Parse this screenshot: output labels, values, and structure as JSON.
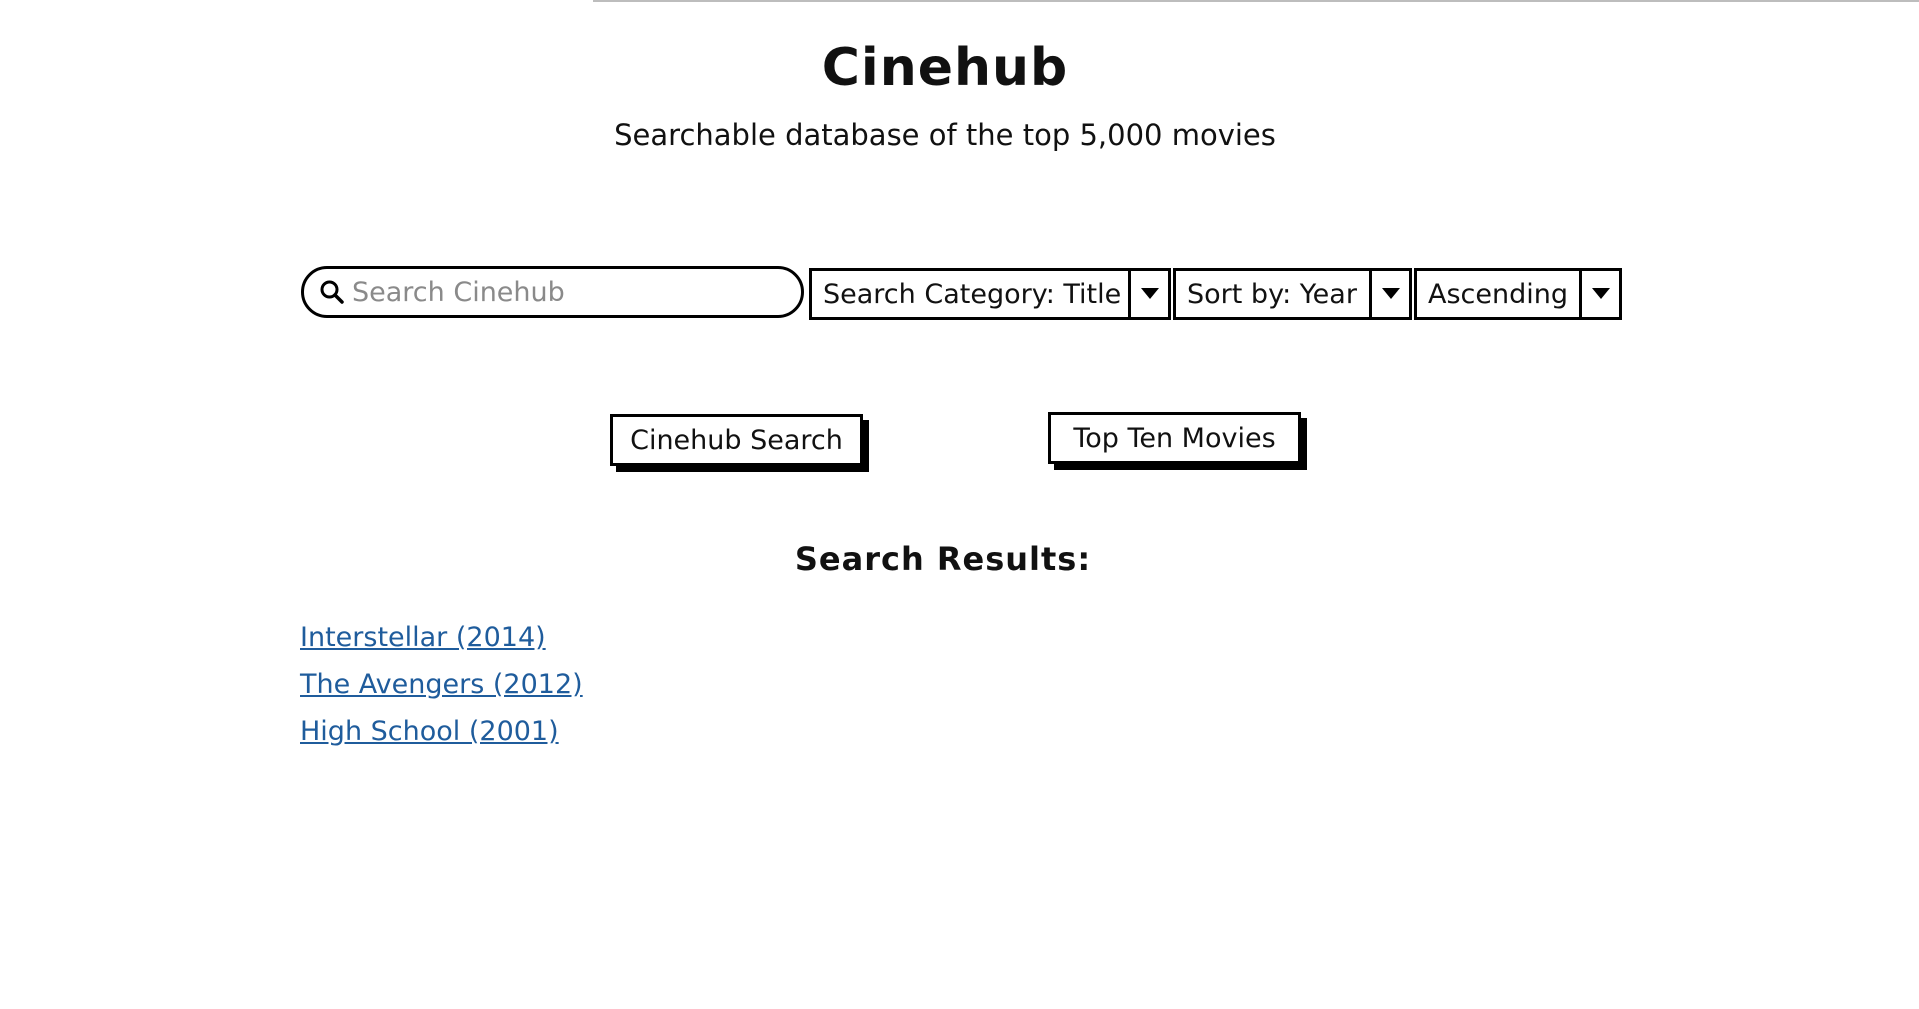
{
  "header": {
    "title": "Cinehub",
    "subtitle": "Searchable database of the top 5,000 movies"
  },
  "search": {
    "placeholder": "Search Cinehub",
    "value": "",
    "icon": "search-icon"
  },
  "filters": {
    "category": "Search Category: Title",
    "sort": "Sort by: Year",
    "order": "Ascending"
  },
  "buttons": {
    "search": "Cinehub Search",
    "top_ten": "Top Ten Movies"
  },
  "results": {
    "heading": "Search Results:",
    "items": [
      "Interstellar (2014)",
      "The Avengers (2012)",
      "High School (2001)"
    ]
  },
  "colors": {
    "link": "#1f5c9c",
    "placeholder": "#8a8a8a",
    "border": "#000000"
  }
}
